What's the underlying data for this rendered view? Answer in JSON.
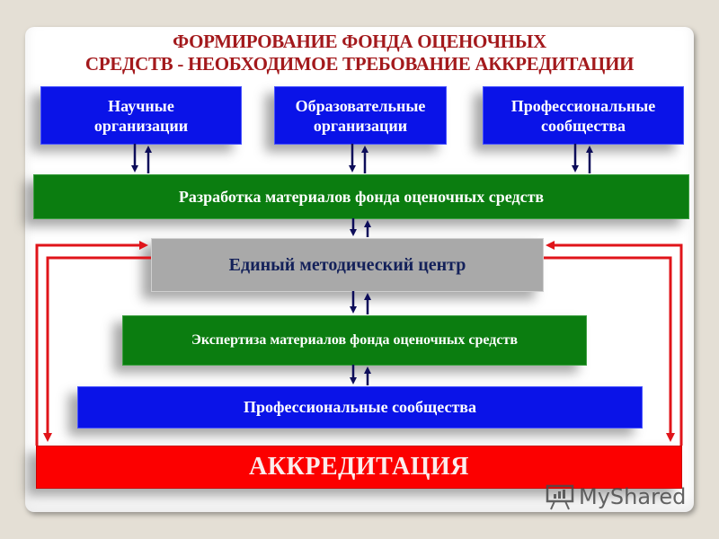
{
  "title": {
    "line1": "ФОРМИРОВАНИЕ ФОНДА ОЦЕНОЧНЫХ",
    "line2": "СРЕДСТВ  - НЕОБХОДИМОЕ  ТРЕБОВАНИЕ АККРЕДИТАЦИИ"
  },
  "top_boxes": [
    {
      "line1": "Научные",
      "line2": "организации"
    },
    {
      "line1": "Образовательные",
      "line2": "организации"
    },
    {
      "line1": "Профессиональные",
      "line2": "сообщества"
    }
  ],
  "development_bar": "Разработка материалов фонда оценочных средств",
  "method_center": "Единый методический центр",
  "expertise_bar": "Экспертиза материалов фонда оценочных средств",
  "prof_communities_bar": "Профессиональные сообщества",
  "accreditation_bar": "АККРЕДИТАЦИЯ",
  "watermark": "MyShared",
  "colors": {
    "title": "#a3191c",
    "blue": "#0a13e8",
    "green": "#0b7d10",
    "gray": "#a9a9a9",
    "red": "#fc0000",
    "arrow_navy": "#0d0d5a",
    "feedback_red": "#e0141a",
    "background": "#e4dfd5"
  }
}
